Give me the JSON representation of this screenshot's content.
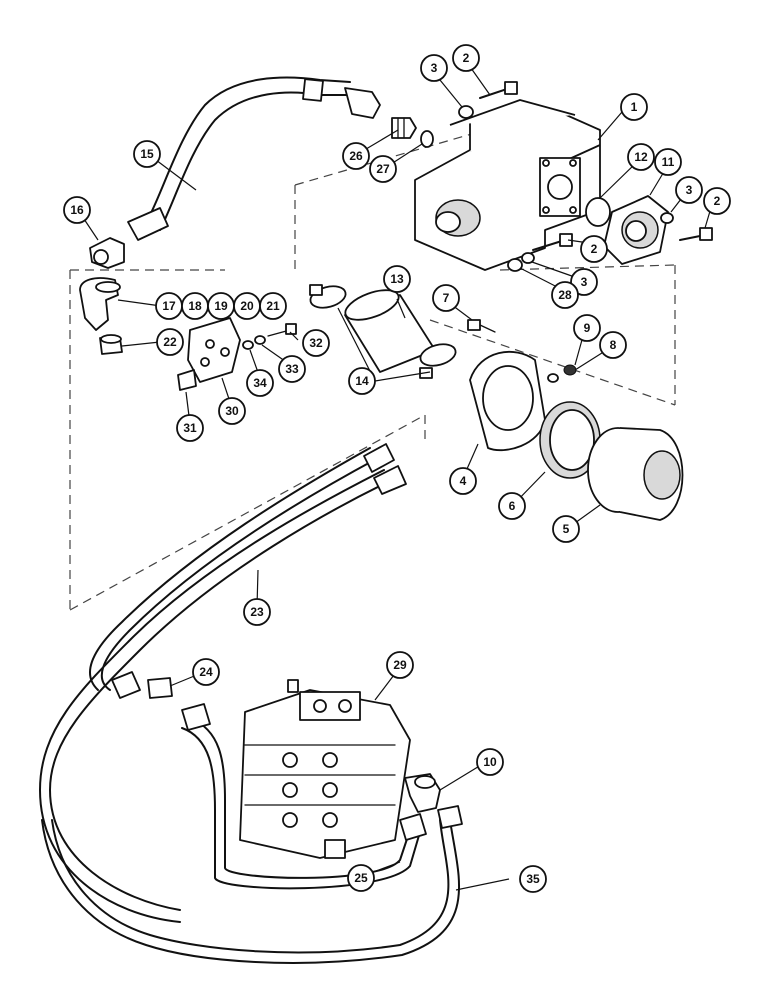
{
  "diagram": {
    "callouts": [
      {
        "id": "c1",
        "label": "1"
      },
      {
        "id": "c2a",
        "label": "2"
      },
      {
        "id": "c3a",
        "label": "3"
      },
      {
        "id": "c2b",
        "label": "2"
      },
      {
        "id": "c3b",
        "label": "3"
      },
      {
        "id": "c2c",
        "label": "2"
      },
      {
        "id": "c3c",
        "label": "3"
      },
      {
        "id": "c4",
        "label": "4"
      },
      {
        "id": "c5",
        "label": "5"
      },
      {
        "id": "c6",
        "label": "6"
      },
      {
        "id": "c7",
        "label": "7"
      },
      {
        "id": "c8",
        "label": "8"
      },
      {
        "id": "c9",
        "label": "9"
      },
      {
        "id": "c10",
        "label": "10"
      },
      {
        "id": "c11",
        "label": "11"
      },
      {
        "id": "c12",
        "label": "12"
      },
      {
        "id": "c13",
        "label": "13"
      },
      {
        "id": "c14",
        "label": "14"
      },
      {
        "id": "c15",
        "label": "15"
      },
      {
        "id": "c16",
        "label": "16"
      },
      {
        "id": "c17",
        "label": "17"
      },
      {
        "id": "c18",
        "label": "18"
      },
      {
        "id": "c19",
        "label": "19"
      },
      {
        "id": "c20",
        "label": "20"
      },
      {
        "id": "c21",
        "label": "21"
      },
      {
        "id": "c22",
        "label": "22"
      },
      {
        "id": "c23",
        "label": "23"
      },
      {
        "id": "c24",
        "label": "24"
      },
      {
        "id": "c25",
        "label": "25"
      },
      {
        "id": "c26",
        "label": "26"
      },
      {
        "id": "c27",
        "label": "27"
      },
      {
        "id": "c28",
        "label": "28"
      },
      {
        "id": "c29",
        "label": "29"
      },
      {
        "id": "c30",
        "label": "30"
      },
      {
        "id": "c31",
        "label": "31"
      },
      {
        "id": "c32",
        "label": "32"
      },
      {
        "id": "c33",
        "label": "33"
      },
      {
        "id": "c34",
        "label": "34"
      },
      {
        "id": "c35",
        "label": "35"
      }
    ]
  }
}
